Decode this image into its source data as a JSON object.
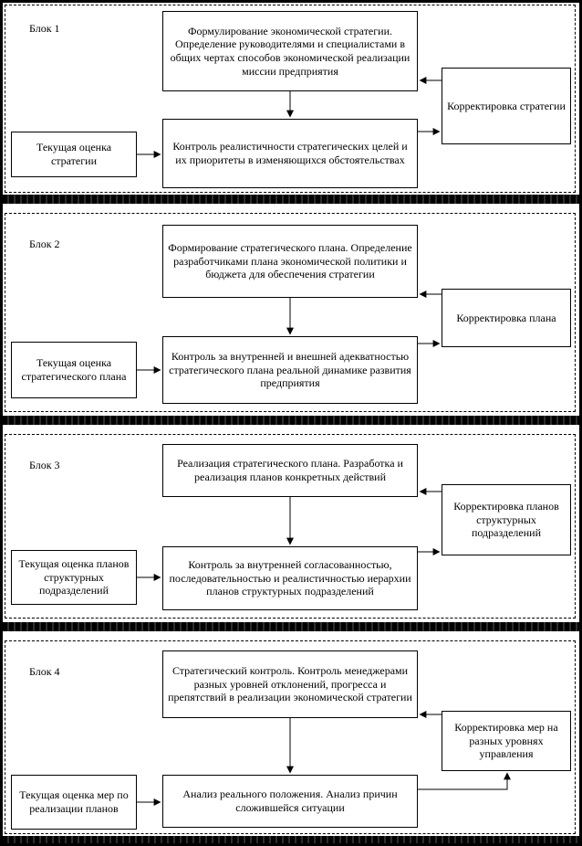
{
  "colors": {
    "background": "#ffffff",
    "line": "#000000"
  },
  "blocks": [
    {
      "label": "Блок 1",
      "top_box": "Формулирование экономической стратегии. Определение руководителями и специалистами в общих чертах способов экономической реализации миссии предприятия",
      "correction_box": "Корректировка стратегии",
      "left_box": "Текущая оценка стратегии",
      "bottom_box": "Контроль реалистичности стратегических целей и их приоритеты в изменяющихся обстоятельствах"
    },
    {
      "label": "Блок 2",
      "top_box": "Формирование стратегического плана. Определение разработчиками плана экономической политики и бюджета для обеспечения стратегии",
      "correction_box": "Корректировка плана",
      "left_box": "Текущая оценка стратегического плана",
      "bottom_box": "Контроль за внутренней и внешней адекватностью стратегического плана реальной динамике развития предприятия"
    },
    {
      "label": "Блок 3",
      "top_box": "Реализация стратегического плана. Разработка и реализация планов конкретных действий",
      "correction_box": "Корректировка планов структурных подразделений",
      "left_box": "Текущая оценка планов структурных подразделений",
      "bottom_box": "Контроль за внутренней согласованностью, последовательностью и реалистичностью иерархии планов структурных подразделений"
    },
    {
      "label": "Блок 4",
      "top_box": "Стратегический контроль. Контроль менеджерами разных уровней отклонений, прогресса и препятствий в реализации экономической стратегии",
      "correction_box": "Корректировка мер на разных уровнях управления",
      "left_box": "Текущая оценка мер по реализации планов",
      "bottom_box": "Анализ реального положения. Анализ причин сложившейся ситуации"
    }
  ]
}
